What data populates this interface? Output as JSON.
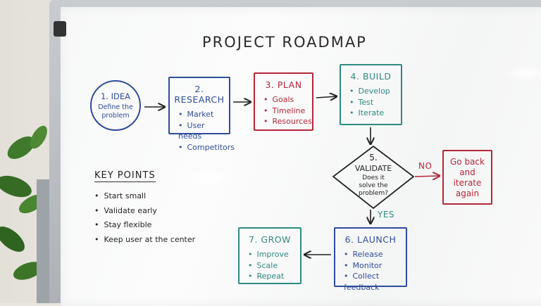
{
  "title": "PROJECT ROADMAP",
  "steps": {
    "idea": {
      "header": "1. IDEA",
      "sub": "Define the problem"
    },
    "research": {
      "header": "2. RESEARCH",
      "items": [
        "Market",
        "User needs",
        "Competitors"
      ]
    },
    "plan": {
      "header": "3. PLAN",
      "items": [
        "Goals",
        "Timeline",
        "Resources"
      ]
    },
    "build": {
      "header": "4. BUILD",
      "items": [
        "Develop",
        "Test",
        "Iterate"
      ]
    },
    "validate": {
      "number": "5.",
      "header": "VALIDATE",
      "question": [
        "Does it",
        "solve the",
        "problem?"
      ]
    },
    "goback": {
      "lines": [
        "Go back",
        "and",
        "iterate",
        "again"
      ]
    },
    "launch": {
      "header": "6. LAUNCH",
      "items": [
        "Release",
        "Monitor",
        "Collect feedback"
      ]
    },
    "grow": {
      "header": "7. GROW",
      "items": [
        "Improve",
        "Scale",
        "Repeat"
      ]
    }
  },
  "branches": {
    "no": "NO",
    "yes": "YES"
  },
  "key_points": {
    "heading": "KEY POINTS",
    "items": [
      "Start small",
      "Validate early",
      "Stay flexible",
      "Keep user at the center"
    ]
  },
  "colors": {
    "blue": "#2f4d9a",
    "red": "#b5273a",
    "green": "#2f8a80"
  }
}
